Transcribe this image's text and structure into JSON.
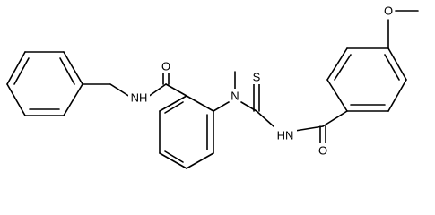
{
  "molecule": {
    "atom_labels": {
      "amide_nh_left": "NH",
      "amide_o_left": "O",
      "n_central": "N",
      "thione_s": "S",
      "thioamide_nh": "HN",
      "amide_o_right": "O",
      "ether_o": "O"
    }
  }
}
